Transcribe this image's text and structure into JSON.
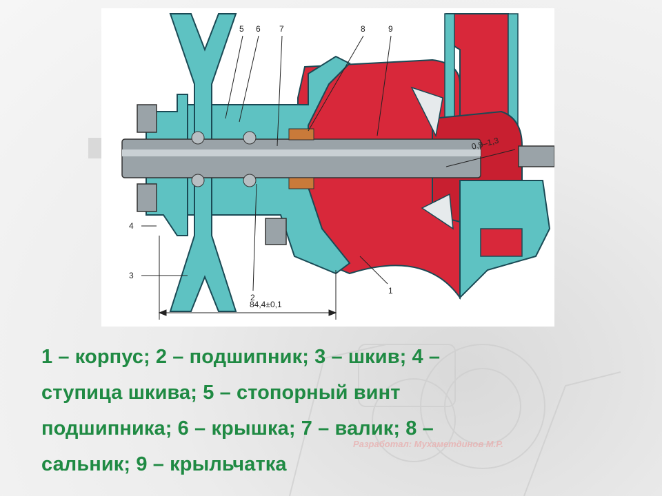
{
  "diagram": {
    "callouts": [
      "1",
      "2",
      "3",
      "4",
      "5",
      "6",
      "7",
      "8",
      "9"
    ],
    "dimension_main": "84,4±0,1",
    "dimension_gap": "0,9–1,3"
  },
  "caption": {
    "line1": "1 – корпус; 2 – подшипник; 3 – шкив; 4 –",
    "line2": "ступица шкива; 5 – стопорный винт",
    "line3": "подшипника; 6 – крышка; 7 – валик; 8 –",
    "line4": "сальник; 9 – крыльчатка"
  },
  "watermark": "Разработал: Мухаметдинов М.Р.",
  "colors": {
    "housing": "#5ec2c2",
    "impeller": "#d8283a",
    "shaft": "#9aa3a8",
    "caption_text": "#1f8a43"
  }
}
